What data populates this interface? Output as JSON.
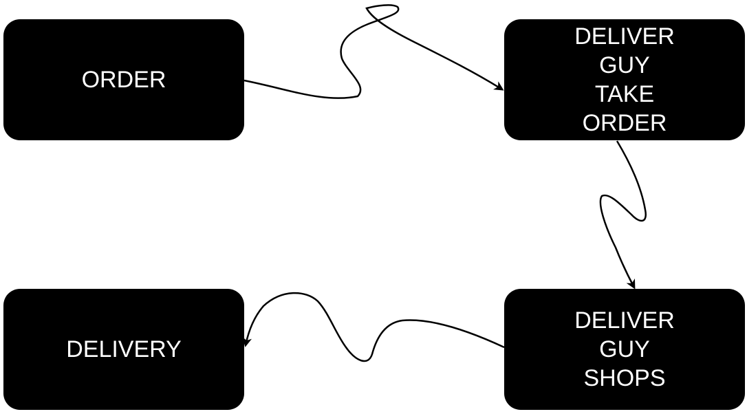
{
  "diagram": {
    "nodes": {
      "order": {
        "label": "ORDER"
      },
      "take_order": {
        "label": "DELIVER\nGUY\nTAKE\nORDER"
      },
      "shops": {
        "label": "DELIVER\nGUY\nSHOPS"
      },
      "delivery": {
        "label": "DELIVERY"
      }
    },
    "colors": {
      "node_fill": "#000000",
      "node_text": "#ffffff",
      "edge": "#000000",
      "background": "#ffffff"
    }
  }
}
